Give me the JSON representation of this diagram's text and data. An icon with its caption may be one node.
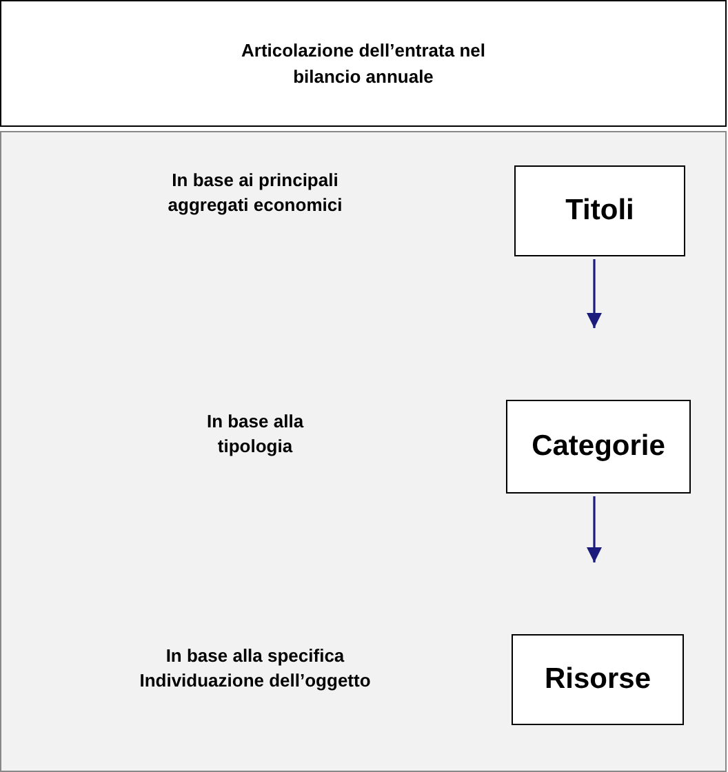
{
  "diagram": {
    "nodes": [
      {
        "text": [
          "Articolazione dell’entrata nel bilancio annuale"
        ]
      },
      {
        "text": [
          "Titoli"
        ]
      },
      {
        "text": [
          "Categorie"
        ]
      },
      {
        "text": [
          "Risorse"
        ]
      }
    ],
    "edges": [
      {
        "from": 1,
        "to": 2,
        "arrow": "to"
      },
      {
        "from": 2,
        "to": 3,
        "arrow": "to"
      }
    ],
    "labels": [
      "In base ai principali aggregati economici",
      "In base alla tipologia",
      "In base alla specifica Individuazione dell’oggetto"
    ]
  }
}
